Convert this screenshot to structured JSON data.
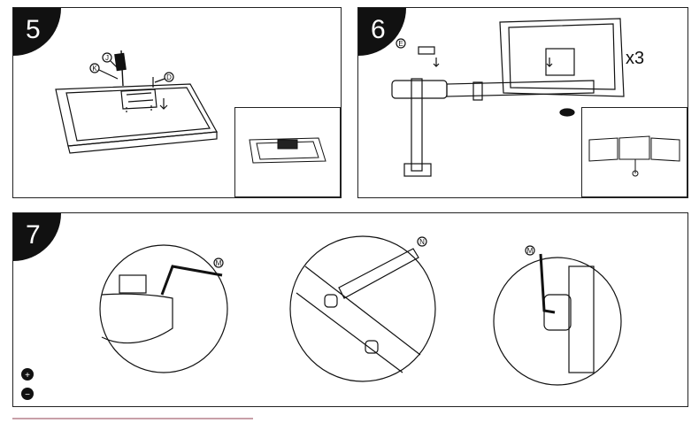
{
  "steps": [
    {
      "number": "5",
      "labels": {
        "j": "J",
        "k": "K",
        "d": "D"
      }
    },
    {
      "number": "6",
      "labels": {
        "e": "E"
      },
      "multiplier": "x3"
    },
    {
      "number": "7",
      "labels": {
        "m1": "M",
        "n": "N",
        "m2": "M"
      }
    }
  ],
  "icons": [
    "tighten-icon",
    "loosen-icon"
  ]
}
